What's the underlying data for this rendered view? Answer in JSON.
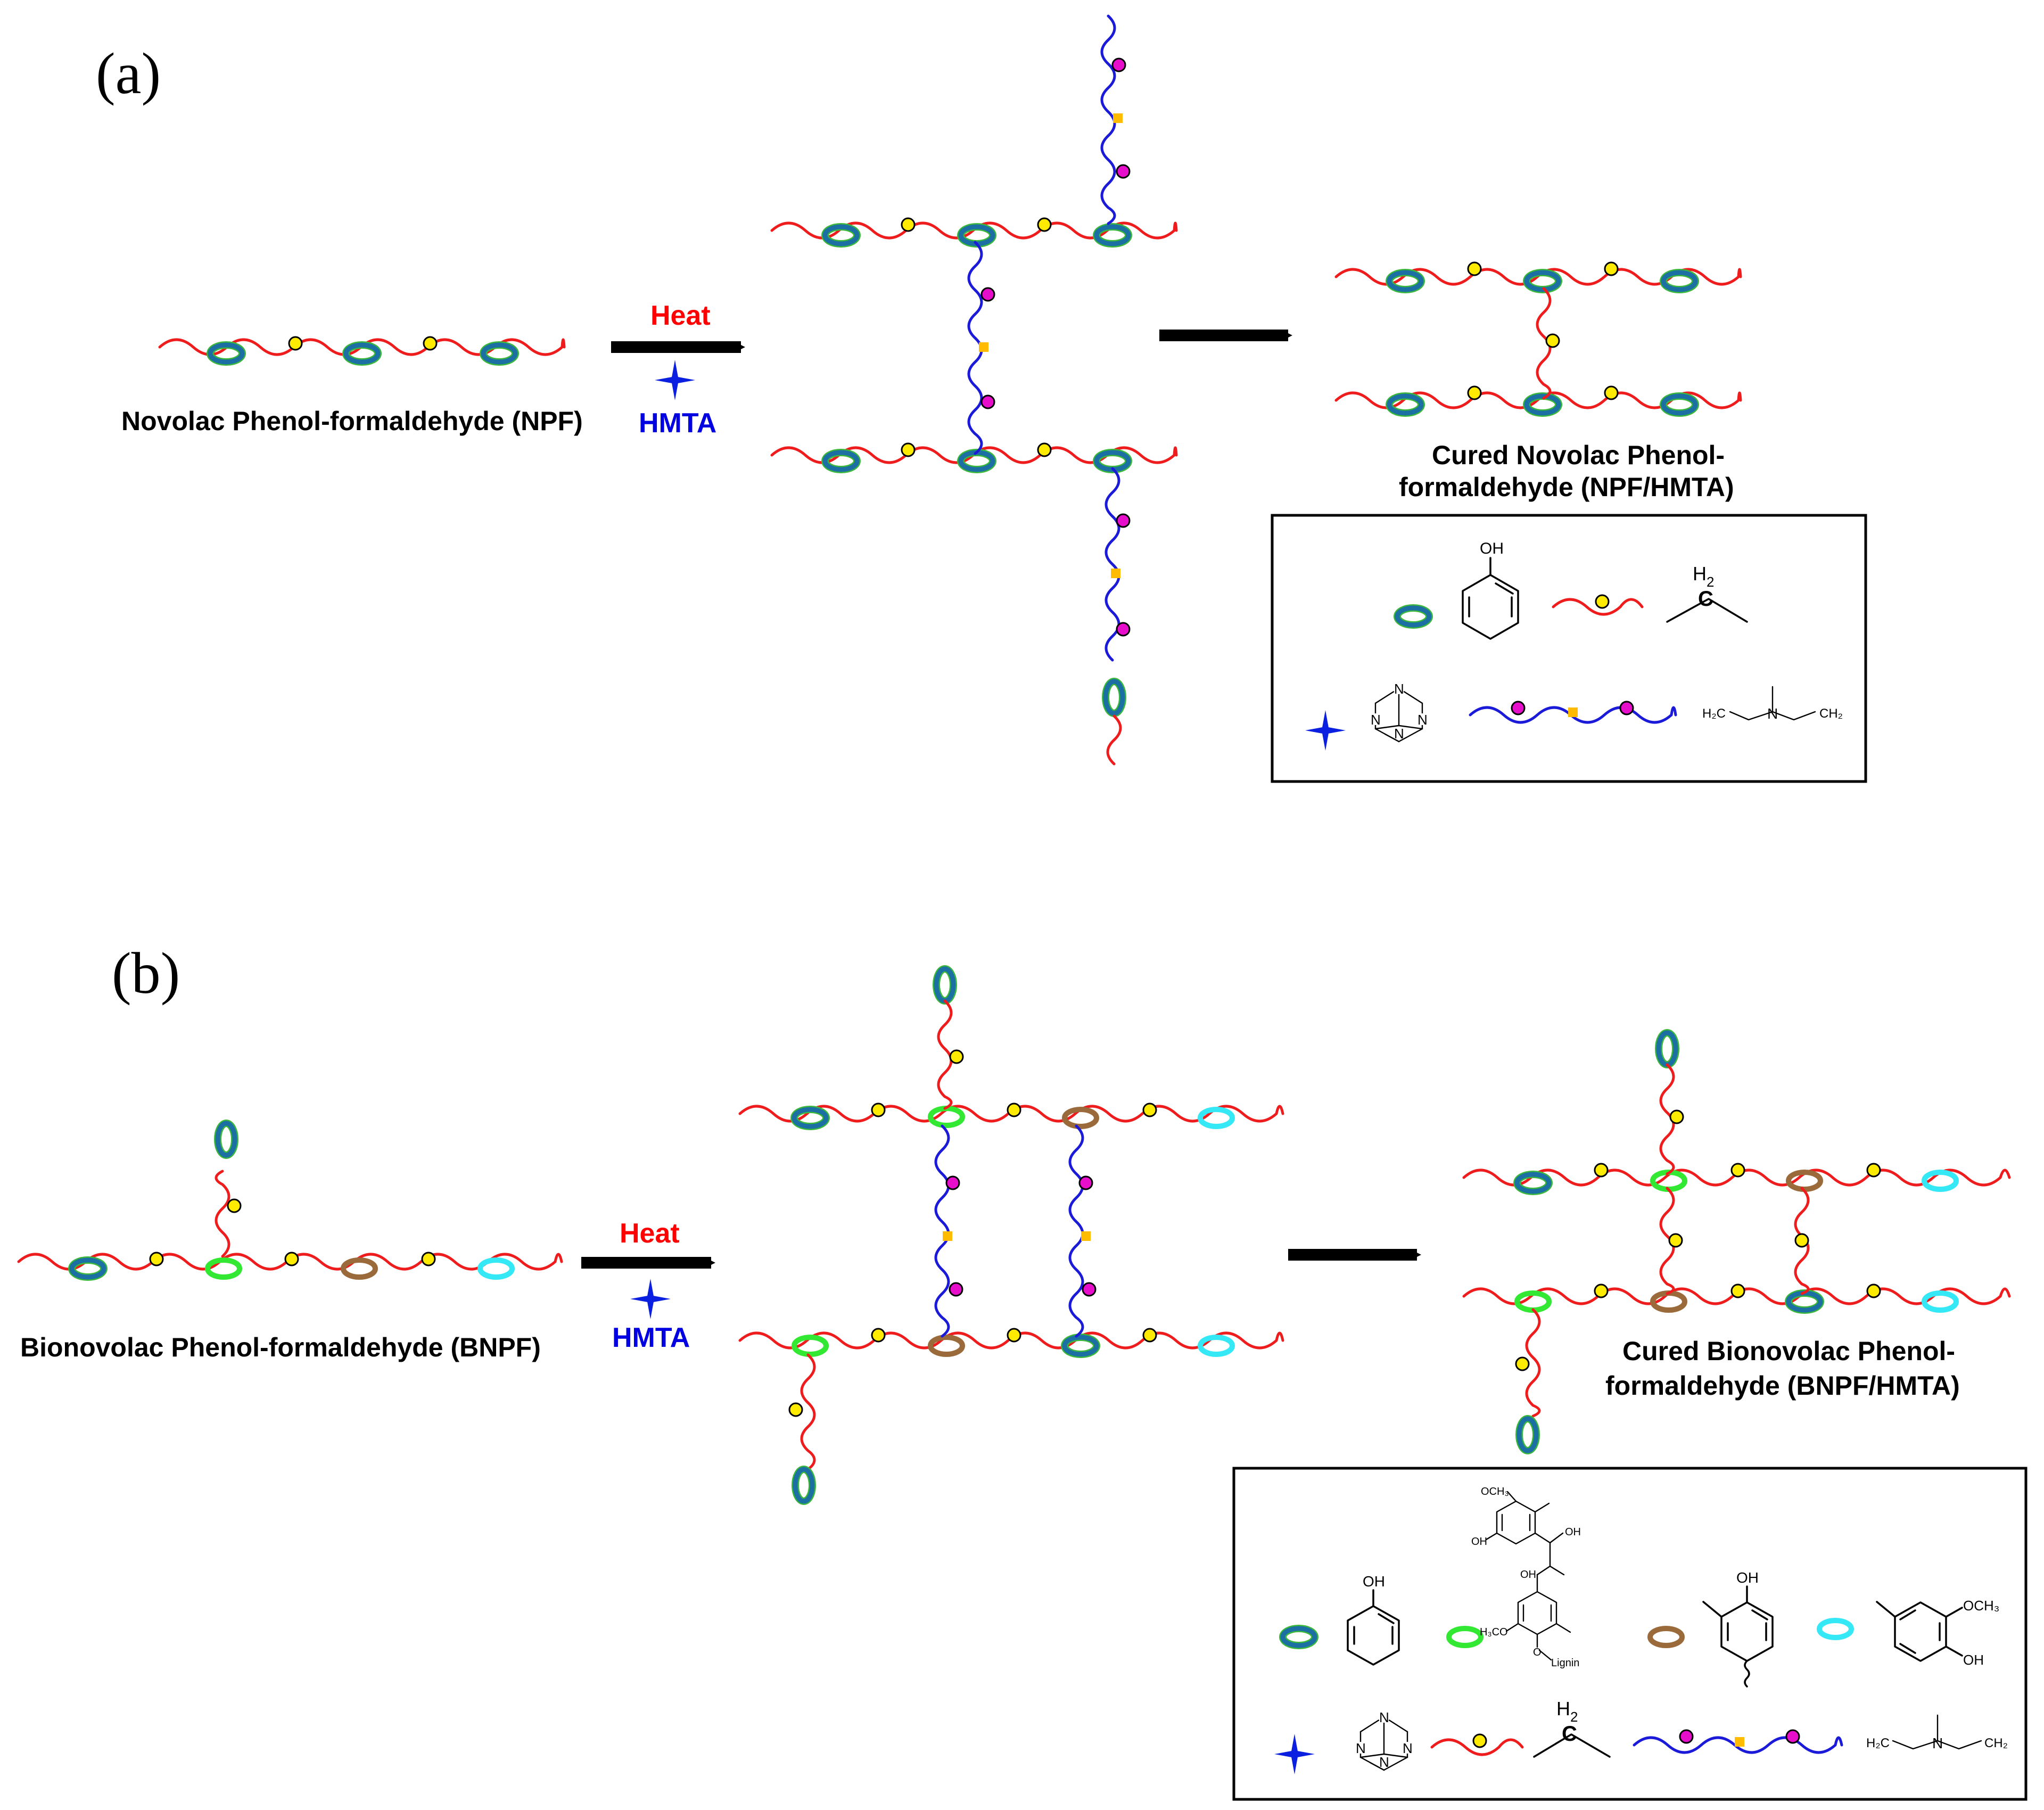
{
  "panel_a": {
    "label": "(a)",
    "reactant_caption": "Novolac Phenol-formaldehyde (NPF)",
    "condition_heat": "Heat",
    "condition_agent": "HMTA",
    "product_caption_line1": "Cured Novolac Phenol-",
    "product_caption_line2": "formaldehyde (NPF/HMTA)",
    "legend": {
      "oh": "OH",
      "h2": "H",
      "h2_sub": "2",
      "c": "C",
      "n": "N",
      "h2c": "H₂C",
      "ch2": "CH₂"
    }
  },
  "panel_b": {
    "label": "(b)",
    "reactant_caption": "Bionovolac Phenol-formaldehyde (BNPF)",
    "condition_heat": "Heat",
    "condition_agent": "HMTA",
    "product_caption_line1": "Cured Bionovolac Phenol-",
    "product_caption_line2": "formaldehyde (BNPF/HMTA)",
    "legend": {
      "oh": "OH",
      "och3": "OCH₃",
      "h3co": "H₃CO",
      "lignin": "Lignin",
      "o": "O",
      "h2": "H",
      "h2_sub": "2",
      "c": "C",
      "n": "N",
      "h2c": "H₂C",
      "ch2": "CH₂"
    }
  },
  "colors": {
    "phenol_fill": "#1b6fa3",
    "phenol_rim": "#3cb83c",
    "lignin_ring": "#33e833",
    "cresol_ring": "#9a6a3a",
    "guaiacol_ring": "#35e8f5",
    "methylene_node": "#ffeb00",
    "hmta_node": "#e60ecb",
    "hmta_square": "#ffbb00",
    "chain_red": "#ee1c1c",
    "chain_blue": "#1a1ad8"
  }
}
